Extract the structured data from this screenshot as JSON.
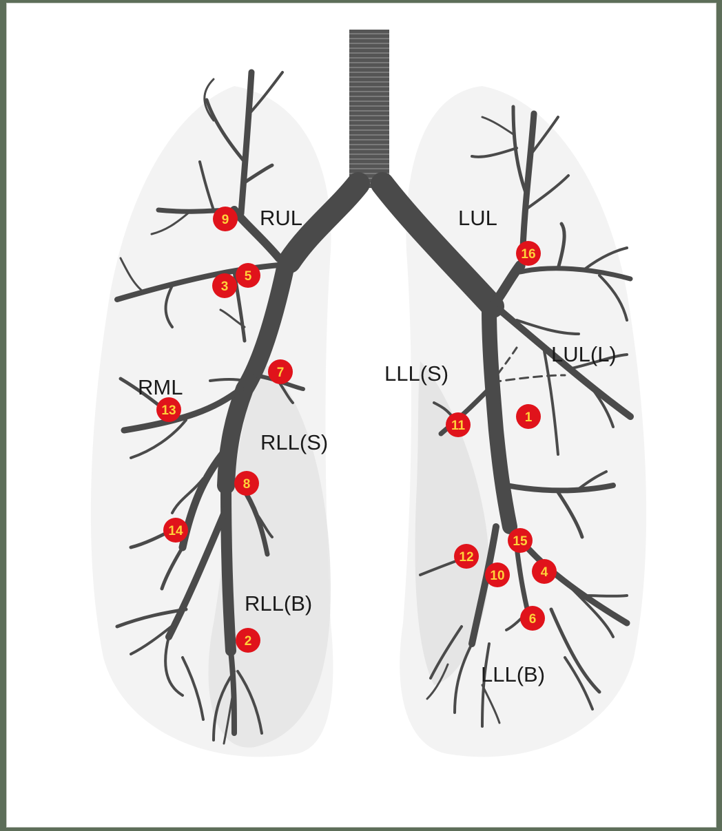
{
  "colors": {
    "frame": "#5d6e59",
    "airway": "#4a4a4a",
    "marker_fill": "#e0131b",
    "marker_text": "#ffd23a",
    "label_text": "#1a1a1a",
    "lung_shade": "#e9e9e9"
  },
  "labels": {
    "rul": "RUL",
    "rml": "RML",
    "rll_s": "RLL(S)",
    "rll_b": "RLL(B)",
    "lul": "LUL",
    "lul_l": "LUL(L)",
    "lll_s": "LLL(S)",
    "lll_b": "LLL(B)"
  },
  "markers": {
    "m1": "1",
    "m2": "2",
    "m3": "3",
    "m4": "4",
    "m5": "5",
    "m6": "6",
    "m7": "7",
    "m8": "8",
    "m9": "9",
    "m10": "10",
    "m11": "11",
    "m12": "12",
    "m13": "13",
    "m14": "14",
    "m15": "15",
    "m16": "16"
  }
}
